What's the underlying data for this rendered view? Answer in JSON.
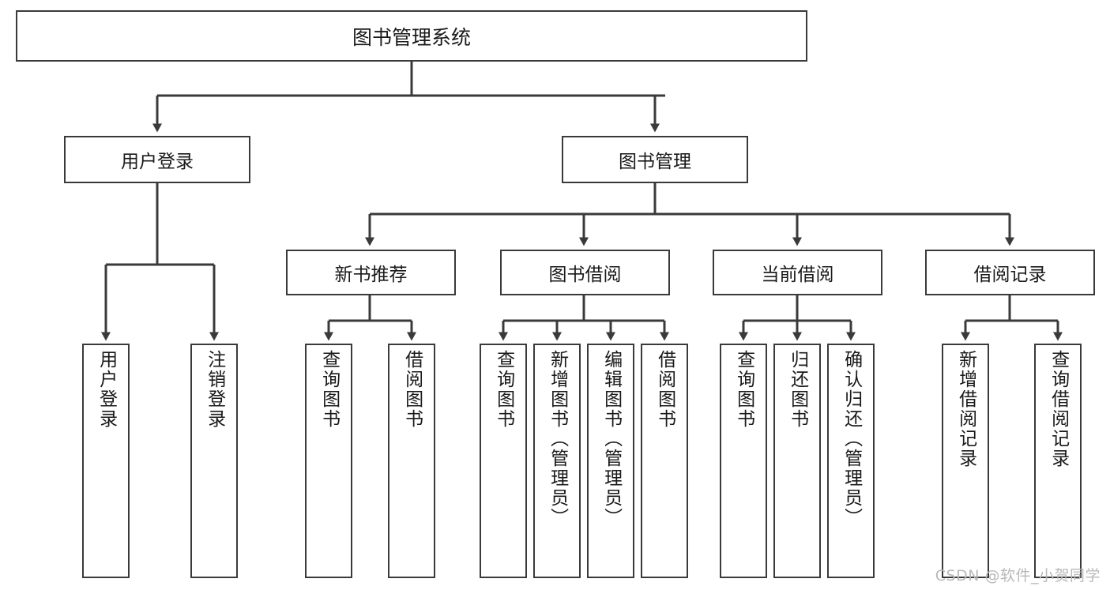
{
  "diagram": {
    "title": "图书管理系统",
    "type": "hierarchy-tree",
    "root": {
      "label": "图书管理系统"
    },
    "level1": [
      {
        "label": "用户登录"
      },
      {
        "label": "图书管理"
      }
    ],
    "level2": [
      {
        "label": "新书推荐",
        "parent": "图书管理"
      },
      {
        "label": "图书借阅",
        "parent": "图书管理"
      },
      {
        "label": "当前借阅",
        "parent": "图书管理"
      },
      {
        "label": "借阅记录",
        "parent": "图书管理"
      }
    ],
    "leaves": {
      "user_login": [
        {
          "label": "用户登录"
        },
        {
          "label": "注销登录"
        }
      ],
      "new_book_recommend": [
        {
          "label": "查询图书"
        },
        {
          "label": "借阅图书"
        }
      ],
      "book_borrow": [
        {
          "label": "查询图书"
        },
        {
          "label": "新增图书（管理员）"
        },
        {
          "label": "编辑图书（管理员）"
        },
        {
          "label": "借阅图书"
        }
      ],
      "current_borrow": [
        {
          "label": "查询图书"
        },
        {
          "label": "归还图书"
        },
        {
          "label": "确认归还（管理员）"
        }
      ],
      "borrow_record": [
        {
          "label": "新增借阅记录"
        },
        {
          "label": "查询借阅记录"
        }
      ]
    }
  },
  "watermark": {
    "text": "CSDN @软件_小贺同学"
  },
  "colors": {
    "border": "#3a3a3a",
    "text": "#1a1a1a",
    "background": "#ffffff",
    "watermark": "#b9b9b9"
  }
}
